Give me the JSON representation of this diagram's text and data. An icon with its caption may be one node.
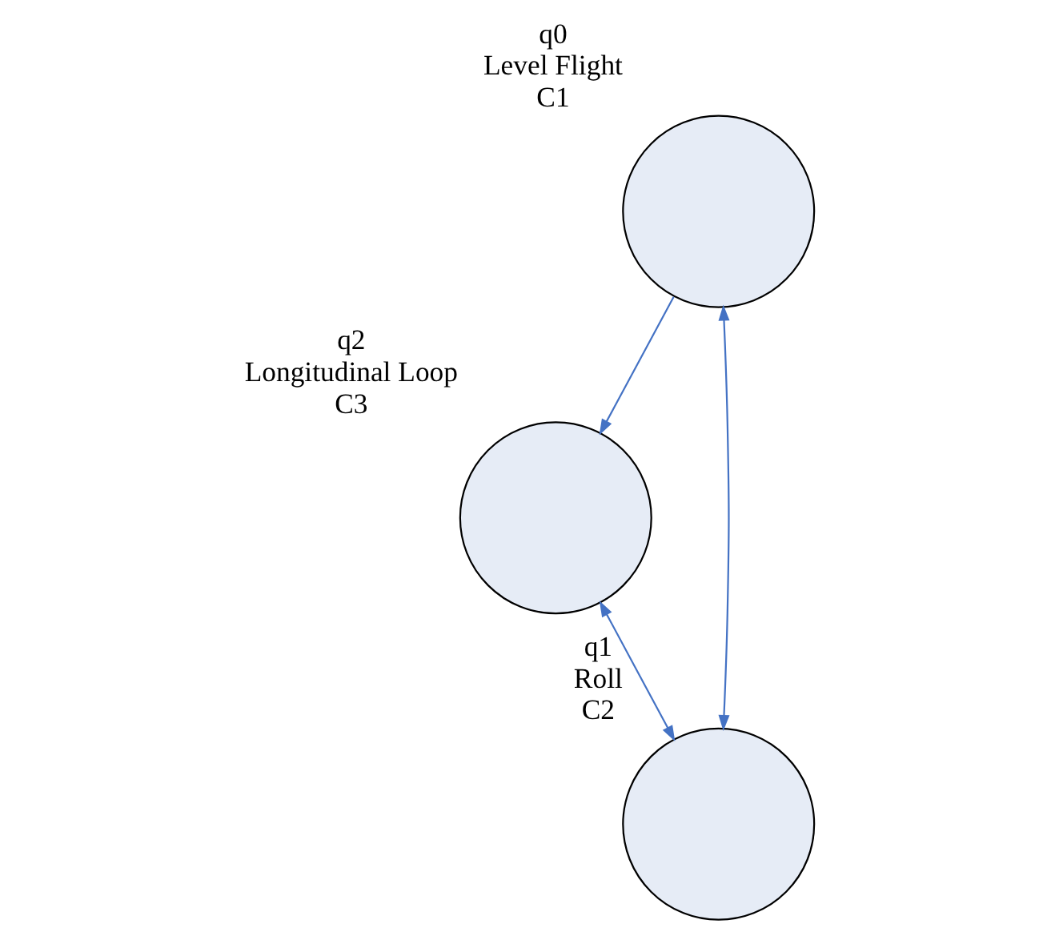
{
  "diagram": {
    "nodes": [
      {
        "text": [
          "q0",
          "Level Flight"
        ],
        "beside": [
          "C1"
        ]
      },
      {
        "text": [
          "q1",
          "Roll"
        ],
        "beside": [
          "C2"
        ]
      },
      {
        "text": [
          "q2",
          "Longitudinal Loop"
        ],
        "beside": [
          "C3"
        ]
      }
    ],
    "edges": [
      {
        "from": 1,
        "to": 0,
        "arrow": "both",
        "color": "#4472c4"
      },
      {
        "from": 0,
        "to": 2,
        "arrow": "to",
        "color": "#4472c4"
      },
      {
        "from": 2,
        "to": 1,
        "arrow": "both",
        "color": "#4472c4"
      }
    ]
  }
}
